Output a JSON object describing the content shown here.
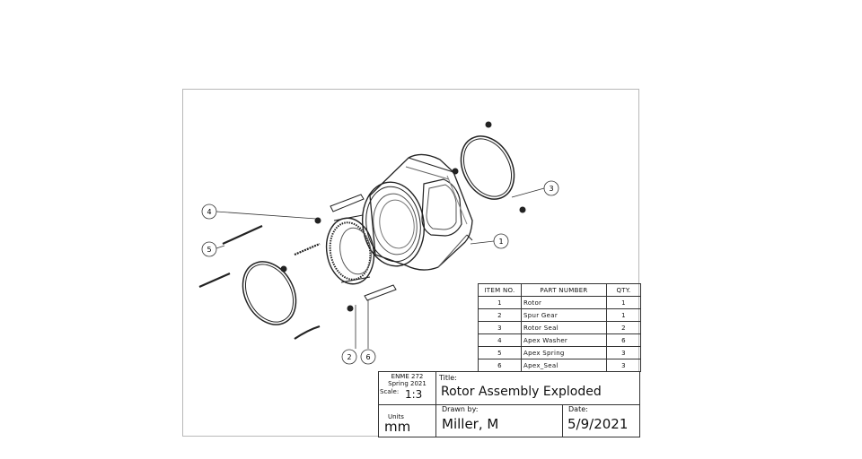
{
  "balloons": [
    "1",
    "2",
    "3",
    "4",
    "5",
    "6"
  ],
  "bom": {
    "headers": [
      "ITEM NO.",
      "PART NUMBER",
      "QTY."
    ],
    "rows": [
      {
        "item": "1",
        "part": "Rotor",
        "qty": "1"
      },
      {
        "item": "2",
        "part": "Spur Gear",
        "qty": "1"
      },
      {
        "item": "3",
        "part": "Rotor Seal",
        "qty": "2"
      },
      {
        "item": "4",
        "part": "Apex Washer",
        "qty": "6"
      },
      {
        "item": "5",
        "part": "Apex Spring",
        "qty": "3"
      },
      {
        "item": "6",
        "part": "Apex_Seal",
        "qty": "3"
      }
    ]
  },
  "title_block": {
    "course": "ENME 272",
    "semester": "Spring 2021",
    "scale_label": "Scale:",
    "scale_value": "1:3",
    "units_label": "Units",
    "units_value": "mm",
    "title_label": "Title:",
    "title_value": "Rotor Assembly Exploded",
    "drawn_by_label": "Drawn by:",
    "drawn_by_value": "Miller, M",
    "date_label": "Date:",
    "date_value": "5/9/2021"
  }
}
